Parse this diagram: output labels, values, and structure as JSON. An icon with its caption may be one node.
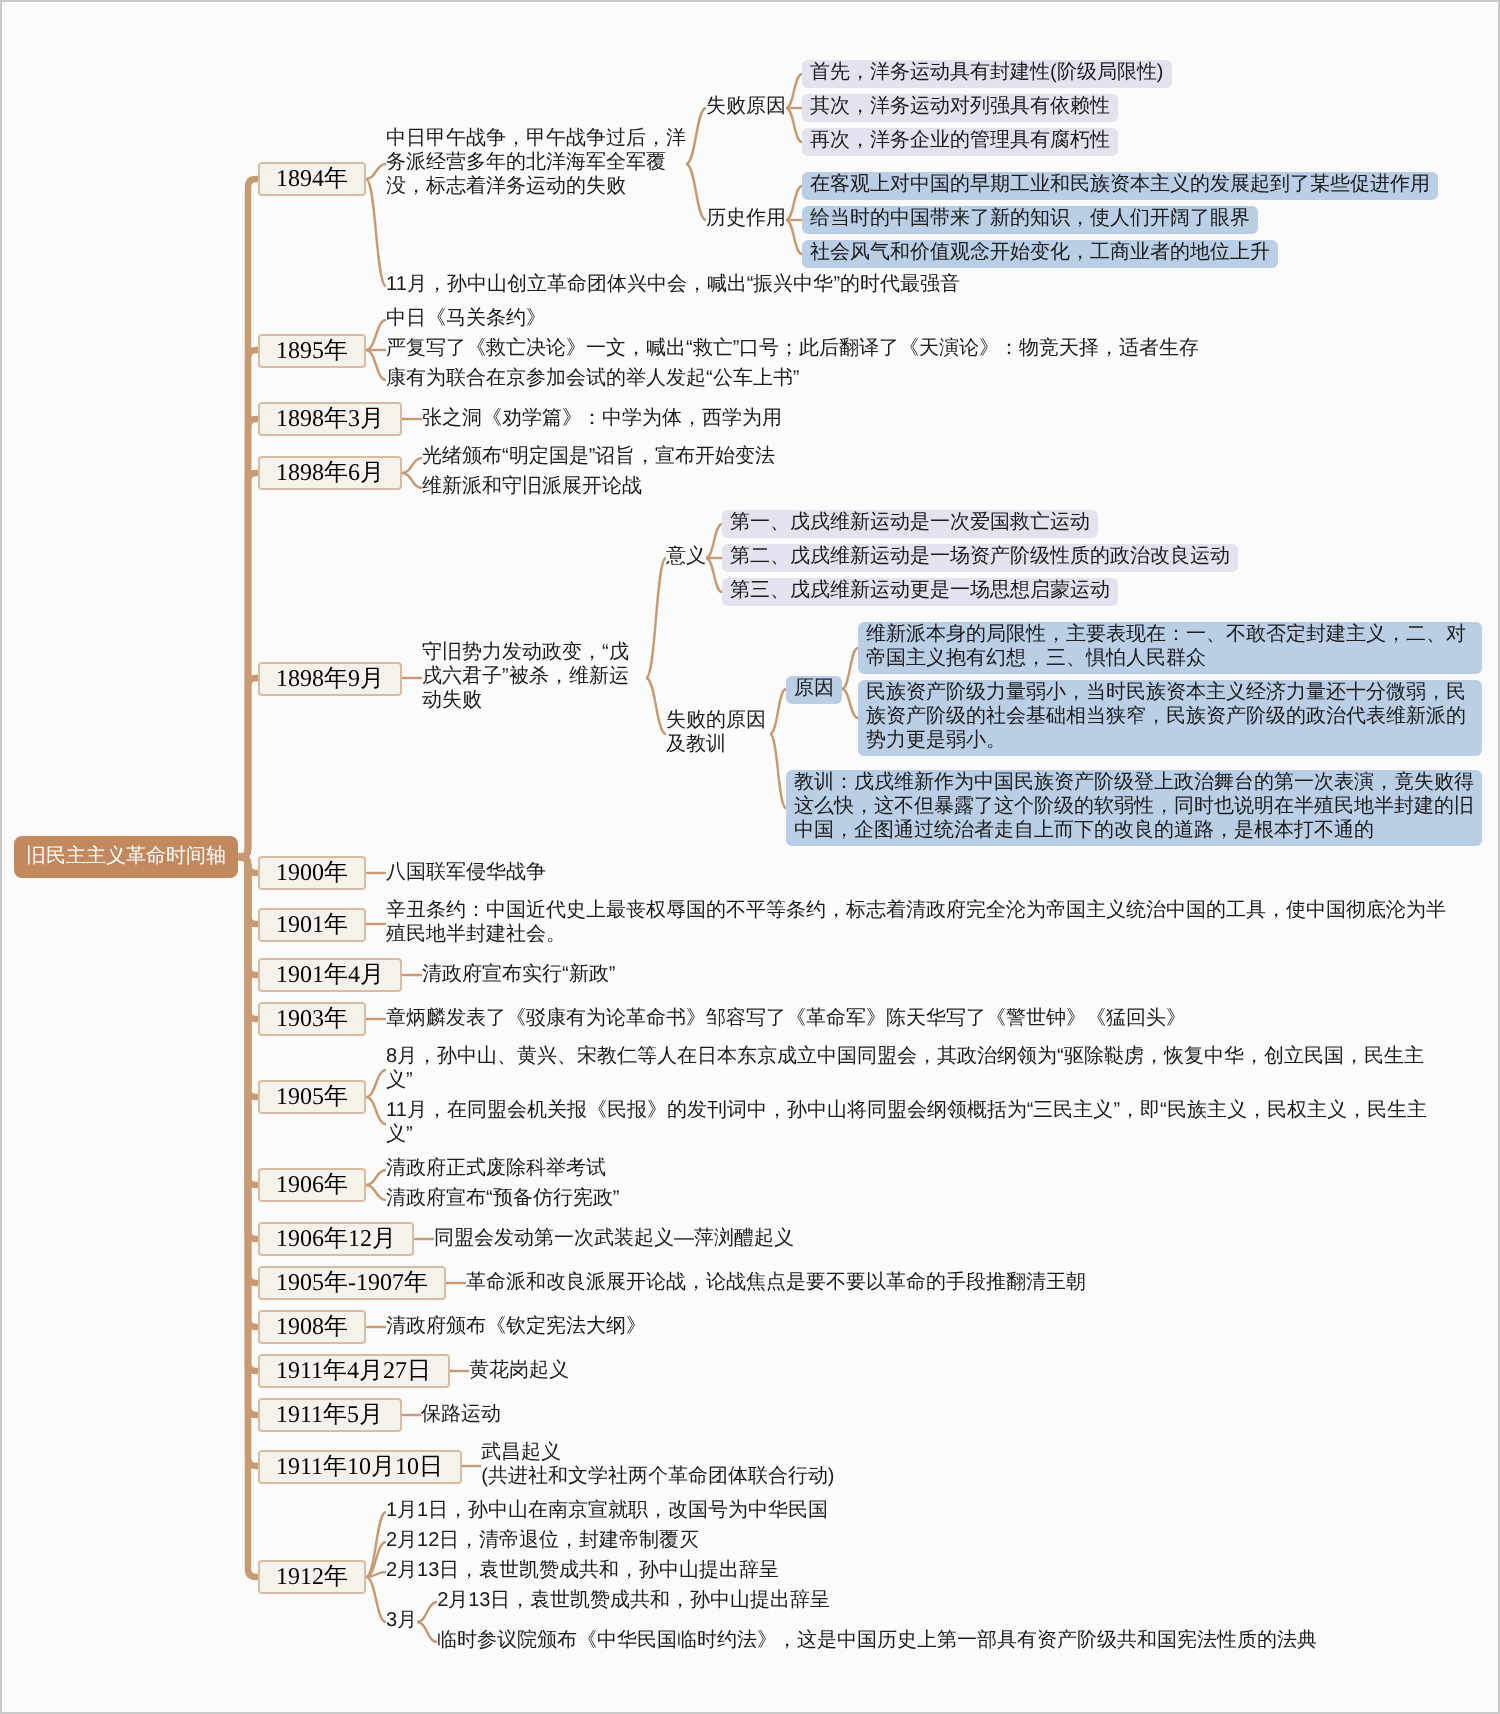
{
  "diagram": {
    "nodes": [
      {
        "text": [
          "旧民主主义革命时间轴"
        ]
      },
      {
        "text": [
          "1894年"
        ]
      },
      {
        "text": [
          "中日甲午战争，甲午战争过后，洋务派经营多年的北洋海军全军覆没，标志着洋务运动的失败"
        ]
      },
      {
        "text": [
          "失败原因"
        ]
      },
      {
        "text": [
          "首先，洋务运动具有封建性(阶级局限性)"
        ]
      },
      {
        "text": [
          "其次，洋务运动对列强具有依赖性"
        ]
      },
      {
        "text": [
          "再次，洋务企业的管理具有腐朽性"
        ]
      },
      {
        "text": [
          "历史作用"
        ]
      },
      {
        "text": [
          "在客观上对中国的早期工业和民族资本主义的发展起到了某些促进作用"
        ]
      },
      {
        "text": [
          "给当时的中国带来了新的知识，使人们开阔了眼界"
        ]
      },
      {
        "text": [
          "社会风气和价值观念开始变化，工商业者的地位上升"
        ]
      },
      {
        "text": [
          "11月，孙中山创立革命团体兴中会，喊出“振兴中华”的时代最强音"
        ]
      },
      {
        "text": [
          "1895年"
        ]
      },
      {
        "text": [
          "中日《马关条约》"
        ]
      },
      {
        "text": [
          "严复写了《救亡决论》一文，喊出“救亡”口号；此后翻译了《天演论》：物竞天择，适者生存"
        ]
      },
      {
        "text": [
          "康有为联合在京参加会试的举人发起“公车上书”"
        ]
      },
      {
        "text": [
          "1898年3月"
        ]
      },
      {
        "text": [
          "张之洞《劝学篇》：中学为体，西学为用"
        ]
      },
      {
        "text": [
          "1898年6月"
        ]
      },
      {
        "text": [
          "光绪颁布“明定国是”诏旨，宣布开始变法"
        ]
      },
      {
        "text": [
          "维新派和守旧派展开论战"
        ]
      },
      {
        "text": [
          "1898年9月"
        ]
      },
      {
        "text": [
          "守旧势力发动政变，“戊戌六君子”被杀，维新运动失败"
        ]
      },
      {
        "text": [
          "意义"
        ]
      },
      {
        "text": [
          "第一、戊戌维新运动是一次爱国救亡运动"
        ]
      },
      {
        "text": [
          "第二、戊戌维新运动是一场资产阶级性质的政治改良运动"
        ]
      },
      {
        "text": [
          "第三、戊戌维新运动更是一场思想启蒙运动"
        ]
      },
      {
        "text": [
          "失败的原因及教训"
        ]
      },
      {
        "text": [
          "原因"
        ]
      },
      {
        "text": [
          "维新派本身的局限性，主要表现在：一、不敢否定封建主义，二、对帝国主义抱有幻想，三、惧怕人民群众"
        ]
      },
      {
        "text": [
          "民族资产阶级力量弱小，当时民族资本主义经济力量还十分微弱，民族资产阶级的社会基础相当狭窄，民族资产阶级的政治代表维新派的势力更是弱小。"
        ]
      },
      {
        "text": [
          "教训：戊戌维新作为中国民族资产阶级登上政治舞台的第一次表演，竟失败得这么快，这不但暴露了这个阶级的软弱性，同时也说明在半殖民地半封建的旧中国，企图通过统治者走自上而下的改良的道路，是根本打不通的"
        ]
      },
      {
        "text": [
          "1900年"
        ]
      },
      {
        "text": [
          "八国联军侵华战争"
        ]
      },
      {
        "text": [
          "1901年"
        ]
      },
      {
        "text": [
          "辛丑条约：中国近代史上最丧权辱国的不平等条约，标志着清政府完全沦为帝国主义统治中国的工具，使中国彻底沦为半殖民地半封建社会。"
        ]
      },
      {
        "text": [
          "1901年4月"
        ]
      },
      {
        "text": [
          "清政府宣布实行“新政”"
        ]
      },
      {
        "text": [
          "1903年"
        ]
      },
      {
        "text": [
          "章炳麟发表了《驳康有为论革命书》邹容写了《革命军》陈天华写了《警世钟》《猛回头》"
        ]
      },
      {
        "text": [
          "1905年"
        ]
      },
      {
        "text": [
          "8月，孙中山、黄兴、宋教仁等人在日本东京成立中国同盟会，其政治纲领为“驱除鞑虏，恢复中华，创立民国，民生主义”"
        ]
      },
      {
        "text": [
          "11月，在同盟会机关报《民报》的发刊词中，孙中山将同盟会纲领概括为“三民主义”，即“民族主义，民权主义，民生主义”"
        ]
      },
      {
        "text": [
          "1906年"
        ]
      },
      {
        "text": [
          "清政府正式废除科举考试"
        ]
      },
      {
        "text": [
          "清政府宣布“预备仿行宪政”"
        ]
      },
      {
        "text": [
          "1906年12月"
        ]
      },
      {
        "text": [
          "同盟会发动第一次武装起义—萍浏醴起义"
        ]
      },
      {
        "text": [
          "1905年-1907年"
        ]
      },
      {
        "text": [
          "革命派和改良派展开论战，论战焦点是要不要以革命的手段推翻清王朝"
        ]
      },
      {
        "text": [
          "1908年"
        ]
      },
      {
        "text": [
          "清政府颁布《钦定宪法大纲》"
        ]
      },
      {
        "text": [
          "1911年4月27日"
        ]
      },
      {
        "text": [
          "黄花岗起义"
        ]
      },
      {
        "text": [
          "1911年5月"
        ]
      },
      {
        "text": [
          "保路运动"
        ]
      },
      {
        "text": [
          "1911年10月10日"
        ]
      },
      {
        "text": [
          "武昌起义",
          "(共进社和文学社两个革命团体联合行动)"
        ]
      },
      {
        "text": [
          "1912年"
        ]
      },
      {
        "text": [
          "1月1日，孙中山在南京宣就职，改国号为中华民国"
        ]
      },
      {
        "text": [
          "2月12日，清帝退位，封建帝制覆灭"
        ]
      },
      {
        "text": [
          "2月13日，袁世凯赞成共和，孙中山提出辞呈"
        ]
      },
      {
        "text": [
          "3月"
        ]
      },
      {
        "text": [
          "2月13日，袁世凯赞成共和，孙中山提出辞呈"
        ]
      },
      {
        "text": [
          "临时参议院颁布《中华民国临时约法》，这是中国历史上第一部具有资产阶级共和国宪法性质的法典"
        ]
      }
    ],
    "edges": [
      {
        "from": 0,
        "to": 1,
        "arrow": "none",
        "style": "thick"
      },
      {
        "from": 0,
        "to": 12,
        "arrow": "none",
        "style": "thick"
      },
      {
        "from": 0,
        "to": 16,
        "arrow": "none",
        "style": "thick"
      },
      {
        "from": 0,
        "to": 18,
        "arrow": "none",
        "style": "thick"
      },
      {
        "from": 0,
        "to": 21,
        "arrow": "none",
        "style": "thick"
      },
      {
        "from": 0,
        "to": 32,
        "arrow": "none",
        "style": "thick"
      },
      {
        "from": 0,
        "to": 34,
        "arrow": "none",
        "style": "thick"
      },
      {
        "from": 0,
        "to": 36,
        "arrow": "none",
        "style": "thick"
      },
      {
        "from": 0,
        "to": 38,
        "arrow": "none",
        "style": "thick"
      },
      {
        "from": 0,
        "to": 40,
        "arrow": "none",
        "style": "thick"
      },
      {
        "from": 0,
        "to": 43,
        "arrow": "none",
        "style": "thick"
      },
      {
        "from": 0,
        "to": 46,
        "arrow": "none",
        "style": "thick"
      },
      {
        "from": 0,
        "to": 48,
        "arrow": "none",
        "style": "thick"
      },
      {
        "from": 0,
        "to": 50,
        "arrow": "none",
        "style": "thick"
      },
      {
        "from": 0,
        "to": 52,
        "arrow": "none",
        "style": "thick"
      },
      {
        "from": 0,
        "to": 54,
        "arrow": "none",
        "style": "thick"
      },
      {
        "from": 0,
        "to": 56,
        "arrow": "none",
        "style": "thick"
      },
      {
        "from": 0,
        "to": 58,
        "arrow": "none",
        "style": "thick"
      },
      {
        "from": 1,
        "to": 2,
        "arrow": "none"
      },
      {
        "from": 1,
        "to": 11,
        "arrow": "none"
      },
      {
        "from": 2,
        "to": 3,
        "arrow": "none"
      },
      {
        "from": 2,
        "to": 7,
        "arrow": "none"
      },
      {
        "from": 3,
        "to": 4,
        "arrow": "none"
      },
      {
        "from": 3,
        "to": 5,
        "arrow": "none"
      },
      {
        "from": 3,
        "to": 6,
        "arrow": "none"
      },
      {
        "from": 7,
        "to": 8,
        "arrow": "none"
      },
      {
        "from": 7,
        "to": 9,
        "arrow": "none"
      },
      {
        "from": 7,
        "to": 10,
        "arrow": "none"
      },
      {
        "from": 12,
        "to": 13,
        "arrow": "none"
      },
      {
        "from": 12,
        "to": 14,
        "arrow": "none"
      },
      {
        "from": 12,
        "to": 15,
        "arrow": "none"
      },
      {
        "from": 16,
        "to": 17,
        "arrow": "none"
      },
      {
        "from": 18,
        "to": 19,
        "arrow": "none"
      },
      {
        "from": 18,
        "to": 20,
        "arrow": "none"
      },
      {
        "from": 21,
        "to": 22,
        "arrow": "none"
      },
      {
        "from": 22,
        "to": 23,
        "arrow": "none"
      },
      {
        "from": 22,
        "to": 27,
        "arrow": "none"
      },
      {
        "from": 23,
        "to": 24,
        "arrow": "none"
      },
      {
        "from": 23,
        "to": 25,
        "arrow": "none"
      },
      {
        "from": 23,
        "to": 26,
        "arrow": "none"
      },
      {
        "from": 27,
        "to": 28,
        "arrow": "none"
      },
      {
        "from": 27,
        "to": 31,
        "arrow": "none"
      },
      {
        "from": 28,
        "to": 29,
        "arrow": "none"
      },
      {
        "from": 28,
        "to": 30,
        "arrow": "none"
      },
      {
        "from": 32,
        "to": 33,
        "arrow": "none"
      },
      {
        "from": 34,
        "to": 35,
        "arrow": "none"
      },
      {
        "from": 36,
        "to": 37,
        "arrow": "none"
      },
      {
        "from": 38,
        "to": 39,
        "arrow": "none"
      },
      {
        "from": 40,
        "to": 41,
        "arrow": "none"
      },
      {
        "from": 40,
        "to": 42,
        "arrow": "none"
      },
      {
        "from": 43,
        "to": 44,
        "arrow": "none"
      },
      {
        "from": 43,
        "to": 45,
        "arrow": "none"
      },
      {
        "from": 46,
        "to": 47,
        "arrow": "none"
      },
      {
        "from": 48,
        "to": 49,
        "arrow": "none"
      },
      {
        "from": 50,
        "to": 51,
        "arrow": "none"
      },
      {
        "from": 52,
        "to": 53,
        "arrow": "none"
      },
      {
        "from": 54,
        "to": 55,
        "arrow": "none"
      },
      {
        "from": 56,
        "to": 57,
        "arrow": "none"
      },
      {
        "from": 58,
        "to": 59,
        "arrow": "none"
      },
      {
        "from": 58,
        "to": 60,
        "arrow": "none"
      },
      {
        "from": 58,
        "to": 61,
        "arrow": "none"
      },
      {
        "from": 58,
        "to": 62,
        "arrow": "none"
      },
      {
        "from": 62,
        "to": 63,
        "arrow": "none"
      },
      {
        "from": 62,
        "to": 64,
        "arrow": "none"
      }
    ]
  }
}
